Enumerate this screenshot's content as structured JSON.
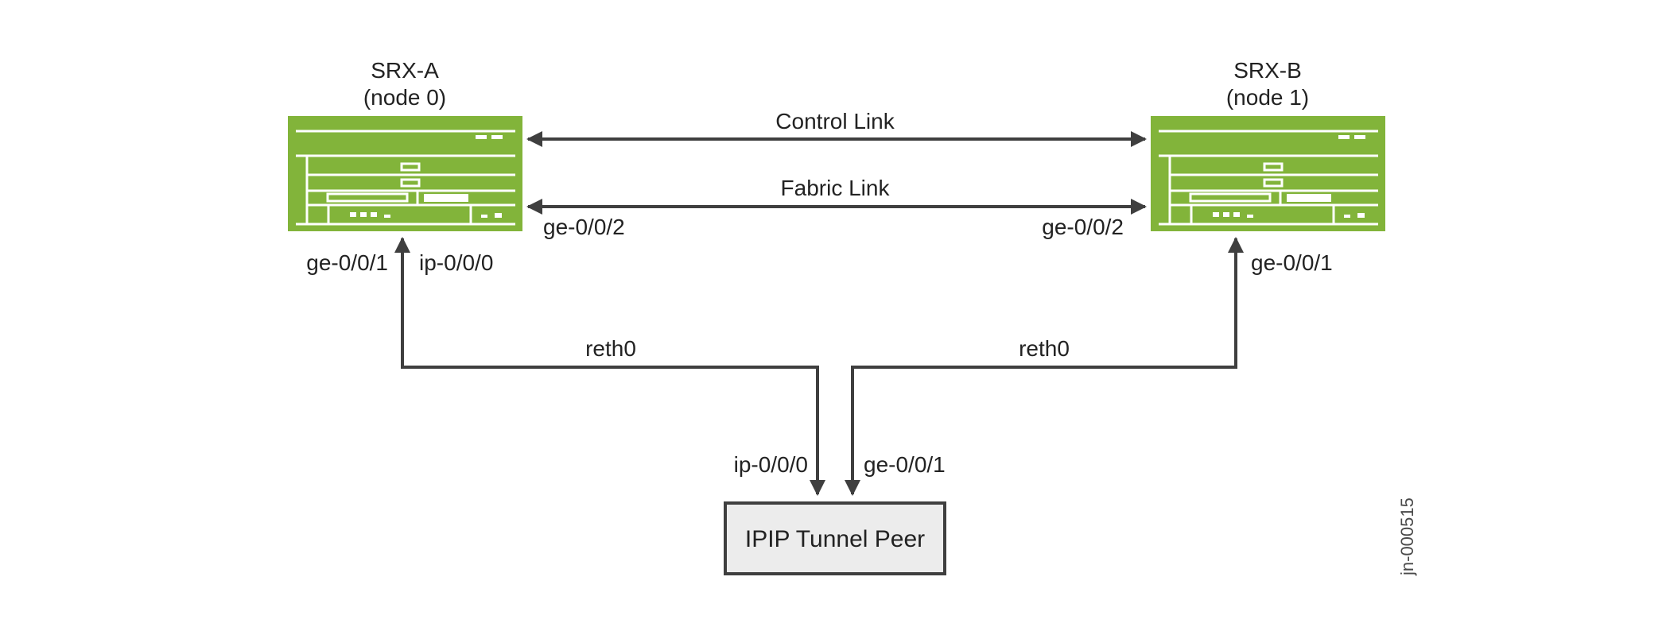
{
  "colors": {
    "device_green": "#82b43a",
    "line": "#3f3f3f",
    "peer_fill": "#ececec",
    "peer_border": "#3f3f3f",
    "text": "#222222"
  },
  "srx_a": {
    "name": "SRX-A",
    "node": "(node 0)"
  },
  "srx_b": {
    "name": "SRX-B",
    "node": "(node 1)"
  },
  "links": {
    "control": "Control Link",
    "fabric": "Fabric Link"
  },
  "interfaces": {
    "a_fabric": "ge-0/0/2",
    "b_fabric": "ge-0/0/2",
    "a_ge": "ge-0/0/1",
    "a_ip": "ip-0/0/0",
    "b_ge": "ge-0/0/1",
    "peer_ip": "ip-0/0/0",
    "peer_ge": "ge-0/0/1"
  },
  "reth": {
    "left": "reth0",
    "right": "reth0"
  },
  "peer": {
    "label": "IPIP Tunnel Peer"
  },
  "figure_id": "jn-000515"
}
